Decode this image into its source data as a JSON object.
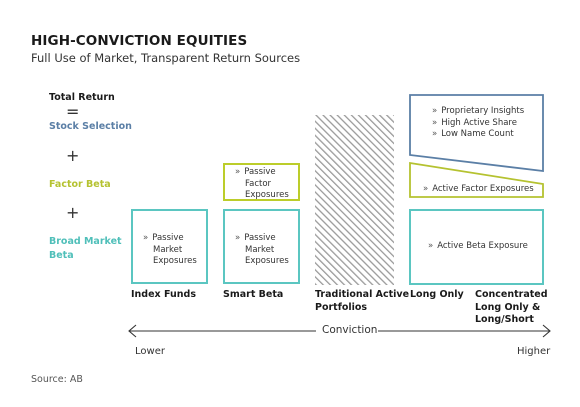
{
  "title": "HIGH-CONVICTION EQUITIES",
  "subtitle": "Full Use of Market, Transparent Return Sources",
  "legend": {
    "total_return": "Total Return",
    "equals": "=",
    "stock_selection": "Stock Selection",
    "plus": "+",
    "factor_beta": "Factor Beta",
    "broad_market_beta_line1": "Broad Market",
    "broad_market_beta_line2": "Beta"
  },
  "colors": {
    "stock_selection": "#5b7fa6",
    "factor_beta": "#b5c230",
    "broad_market_beta": "#4fbfb9",
    "hatch": "#9a9a9a"
  },
  "columns": {
    "index_funds": {
      "label": "Index Funds",
      "market_box": [
        "Passive",
        "Market",
        "Exposures"
      ]
    },
    "smart_beta": {
      "label": "Smart Beta",
      "factor_box": [
        "Passive",
        "Factor",
        "Exposures"
      ],
      "market_box": [
        "Passive",
        "Market",
        "Exposures"
      ]
    },
    "traditional_active": {
      "label_line1": "Traditional Active",
      "label_line2": "Portfolios"
    },
    "long_only": {
      "label": "Long Only"
    },
    "concentrated": {
      "label_line1": "Concentrated",
      "label_line2": "Long Only &",
      "label_line3": "Long/Short",
      "stock_box": [
        "Proprietary Insights",
        "High Active Share",
        "Low Name Count"
      ],
      "factor_box": "Active Factor Exposures",
      "market_box": "Active Beta Exposure"
    }
  },
  "bullet": "»",
  "axis": {
    "label": "Conviction",
    "low": "Lower",
    "high": "Higher"
  },
  "source": "Source: AB"
}
